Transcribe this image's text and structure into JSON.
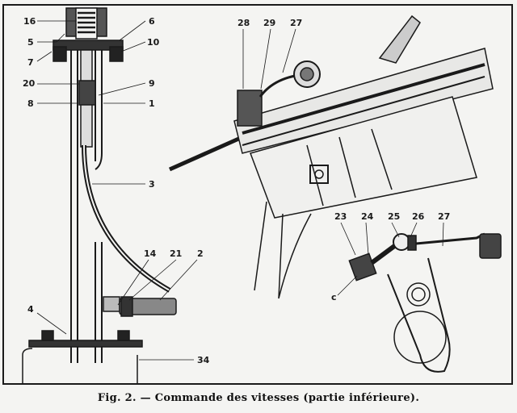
{
  "figure": {
    "caption": "Fig. 2. — Commande des vitesses (partie inférieure).",
    "colors": {
      "ink": "#1a1a1a",
      "paper": "#f4f4f2"
    }
  },
  "labels": {
    "l16": "16",
    "l5": "5",
    "l7": "7",
    "l20": "20",
    "l8": "8",
    "l6": "6",
    "l10": "10",
    "l9": "9",
    "l1": "1",
    "l3": "3",
    "l14": "14",
    "l21": "21",
    "l2": "2",
    "l4": "4",
    "l34": "34",
    "l28": "28",
    "l29": "29",
    "l27a": "27",
    "l23": "23",
    "l24": "24",
    "l25": "25",
    "l26": "26",
    "l27b": "27",
    "lc": "c"
  }
}
